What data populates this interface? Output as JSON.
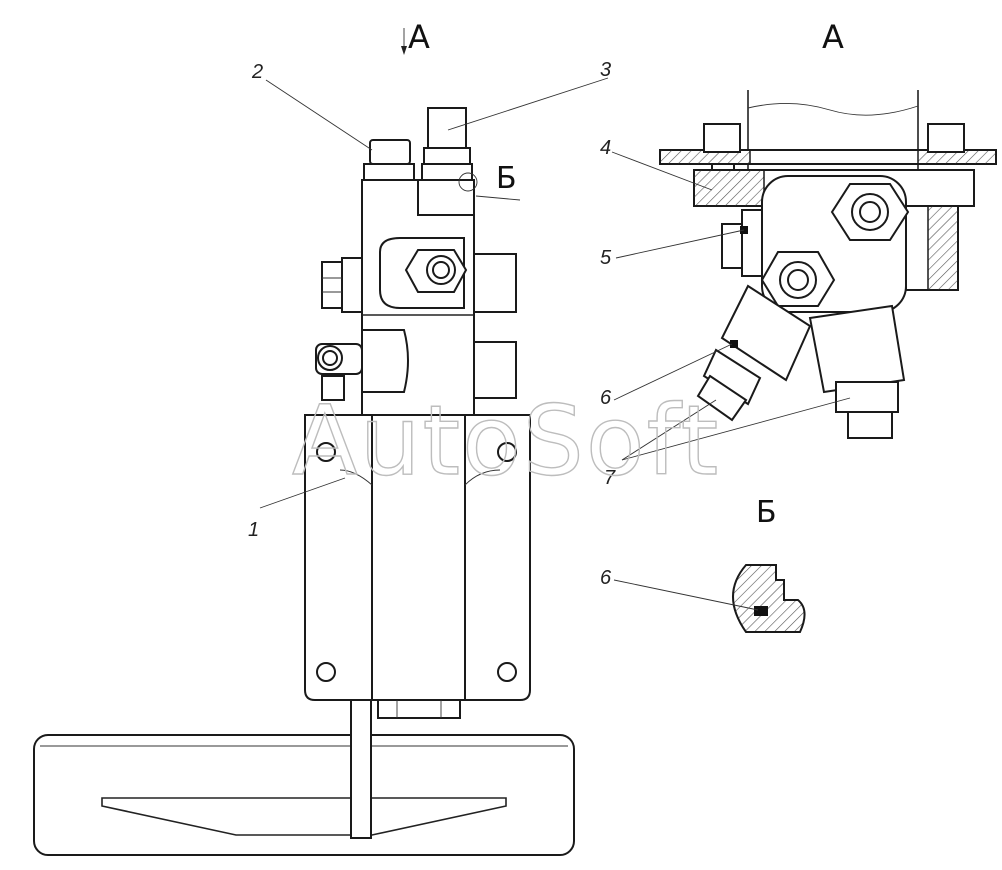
{
  "view_labels": {
    "main_arrow": "А",
    "view_a": "А",
    "detail_b_marker": "Б",
    "detail_b": "Б"
  },
  "callouts": {
    "c1": "1",
    "c2": "2",
    "c3": "3",
    "c4": "4",
    "c5": "5",
    "c6_top": "6",
    "c7": "7",
    "c6_detail": "6"
  },
  "watermark": "AutoSoft",
  "colors": {
    "line": "#1a1a1a",
    "hatch": "#555555",
    "seal": "#111111",
    "watermark": "#bdbdbd"
  }
}
